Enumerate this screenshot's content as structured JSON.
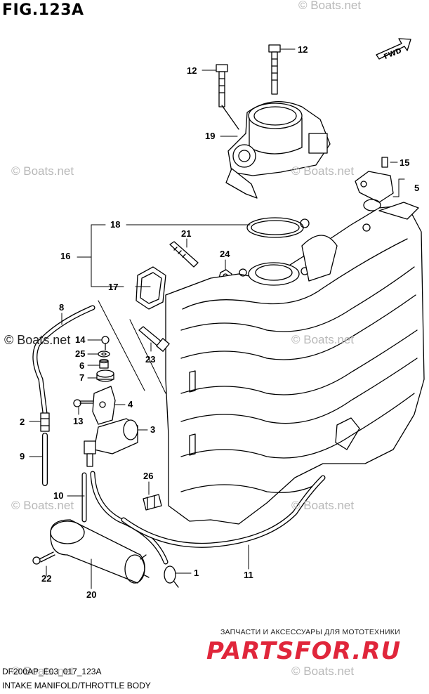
{
  "figure": {
    "title": "FIG.123A"
  },
  "watermarks": [
    "© Boats.net",
    "© Boats.net",
    "© Boats.net",
    "© Boats.net",
    "© Boats.net",
    "© Boats.net",
    "© Boats.net",
    "© Boats.net",
    "© Boats.net"
  ],
  "direction_label": "FWD",
  "callouts": [
    {
      "id": "c12a",
      "label": "12"
    },
    {
      "id": "c12b",
      "label": "12"
    },
    {
      "id": "c19",
      "label": "19"
    },
    {
      "id": "c15",
      "label": "15"
    },
    {
      "id": "c5",
      "label": "5"
    },
    {
      "id": "c18",
      "label": "18"
    },
    {
      "id": "c21",
      "label": "21"
    },
    {
      "id": "c16",
      "label": "16"
    },
    {
      "id": "c24",
      "label": "24"
    },
    {
      "id": "c17",
      "label": "17"
    },
    {
      "id": "c8",
      "label": "8"
    },
    {
      "id": "c14",
      "label": "14"
    },
    {
      "id": "c25",
      "label": "25"
    },
    {
      "id": "c6",
      "label": "6"
    },
    {
      "id": "c7",
      "label": "7"
    },
    {
      "id": "c23",
      "label": "23"
    },
    {
      "id": "c4",
      "label": "4"
    },
    {
      "id": "c13",
      "label": "13"
    },
    {
      "id": "c2",
      "label": "2"
    },
    {
      "id": "c3",
      "label": "3"
    },
    {
      "id": "c9",
      "label": "9"
    },
    {
      "id": "c26",
      "label": "26"
    },
    {
      "id": "c10",
      "label": "10"
    },
    {
      "id": "c1",
      "label": "1"
    },
    {
      "id": "c22",
      "label": "22"
    },
    {
      "id": "c20",
      "label": "20"
    },
    {
      "id": "c11",
      "label": "11"
    }
  ],
  "footer": {
    "code": "DF200AP_E03_017_123A",
    "title": "INTAKE MANIFOLD/THROTTLE BODY"
  },
  "shop": {
    "tagline": "ЗАПЧАСТИ И АКСЕССУАРЫ ДЛЯ МОТОТЕХНИКИ",
    "logo": "PARTSFOR.RU"
  }
}
